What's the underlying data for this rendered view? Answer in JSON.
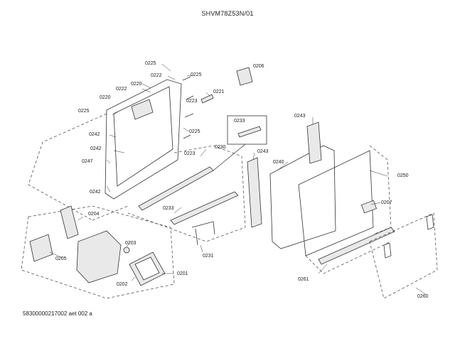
{
  "header": {
    "model": "SHVM78Z53N/01"
  },
  "footer": {
    "doc_code": "58300000217002 aet 002 a"
  },
  "part_labels": {
    "p0225a": "0225",
    "p0222a": "0222",
    "p0225b": "0225",
    "p0220a": "0220",
    "p0222b": "0222",
    "p0220b": "0220",
    "p0223a": "0223",
    "p0221": "0221",
    "p0225c": "0225",
    "p0242a": "0242",
    "p0225d": "0225",
    "p0242b": "0242",
    "p0247": "0247",
    "p0223b": "0223",
    "p0242c": "0242",
    "p0230": "0230",
    "p0206": "0206",
    "p0233a": "0233",
    "p0243a": "0243",
    "p0243b": "0243",
    "p0240": "0240",
    "p0250": "0250",
    "p0207": "0207",
    "p0233b": "0233",
    "p0204": "0204",
    "p0205": "0205",
    "p0203": "0203",
    "p0231": "0231",
    "p0202": "0202",
    "p0201": "0201",
    "p0261": "0261",
    "p0260": "0260"
  },
  "colors": {
    "line": "#333333",
    "dash": "#555555",
    "part_fill": "#e9e9e9"
  }
}
